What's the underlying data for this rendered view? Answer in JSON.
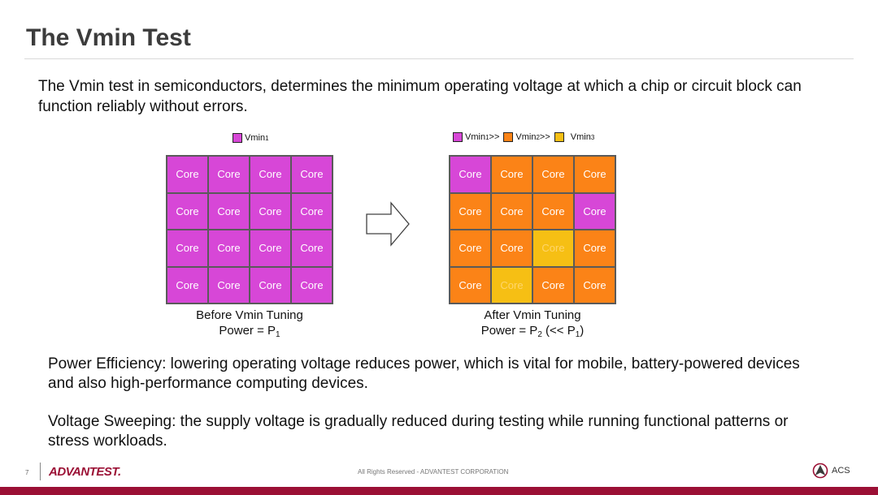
{
  "slide": {
    "title": "The Vmin Test",
    "intro": "The Vmin test in semiconductors, determines the minimum operating voltage at which a chip or circuit block can function reliably without errors."
  },
  "legend_left": {
    "label": "Vmin",
    "sub": "1",
    "color": "#d747d7"
  },
  "legend_right": {
    "items": [
      {
        "label": "Vmin",
        "sub": "1",
        "suffix": " >>",
        "color": "#d747d7"
      },
      {
        "label": "Vmin",
        "sub": "2",
        "suffix": " >>",
        "color": "#fb8317"
      },
      {
        "label": "Vmin",
        "sub": "3",
        "suffix": "",
        "color": "#f6bf14"
      }
    ]
  },
  "grid_before": {
    "cell_label": "Core",
    "cells": [
      [
        "magenta",
        "magenta",
        "magenta",
        "magenta"
      ],
      [
        "magenta",
        "magenta",
        "magenta",
        "magenta"
      ],
      [
        "magenta",
        "magenta",
        "magenta",
        "magenta"
      ],
      [
        "magenta",
        "magenta",
        "magenta",
        "magenta"
      ]
    ],
    "caption_line1": "Before Vmin Tuning",
    "caption_power": "Power = P",
    "caption_sub": "1"
  },
  "grid_after": {
    "cell_label": "Core",
    "cells": [
      [
        "magenta",
        "orange",
        "orange",
        "orange"
      ],
      [
        "orange",
        "orange",
        "orange",
        "magenta"
      ],
      [
        "orange",
        "orange",
        "yellow",
        "orange"
      ],
      [
        "orange",
        "yellow",
        "orange",
        "orange"
      ]
    ],
    "caption_line1": "After Vmin Tuning",
    "caption_power": "Power = P",
    "caption_sub": "2",
    "caption_mid": " (<< P",
    "caption_sub2": "1",
    "caption_end": ")"
  },
  "paragraphs": {
    "power_efficiency": "Power Efficiency: lowering operating voltage reduces power, which is vital for mobile, battery-powered devices and also high-performance computing devices.",
    "voltage_sweeping": "Voltage Sweeping: the supply voltage is gradually reduced during testing while running functional patterns or stress workloads."
  },
  "footer": {
    "page_number": "7",
    "logo": "ADVANTEST.",
    "copyright": "All Rights Reserved - ADVANTEST CORPORATION",
    "acs": "ACS"
  },
  "icons": {
    "arrow": "right-arrow-icon",
    "acs_logo": "acs-logo-icon"
  },
  "colors": {
    "magenta": "#d747d7",
    "orange": "#fb8317",
    "yellow": "#f6bf14",
    "brand": "#9b1035"
  }
}
